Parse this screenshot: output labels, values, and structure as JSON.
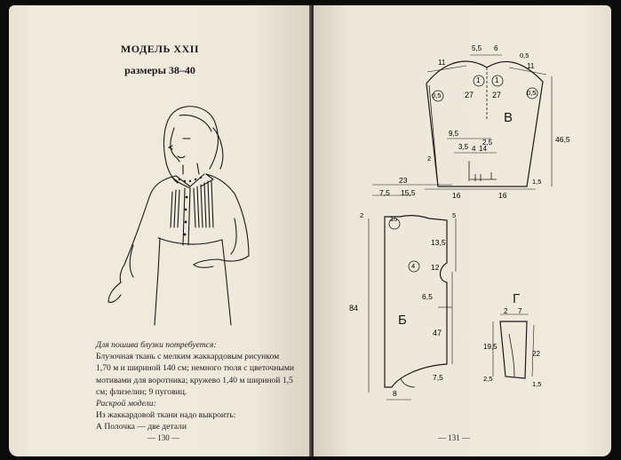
{
  "left_page": {
    "model_title": "МОДЕЛЬ XXII",
    "sizes": "размеры 38–40",
    "lines": [
      "Для пошива блузки потребуется:",
      "Блузочная ткань с мелким жаккардовым рисунком",
      "1,70 м и шириной 140 см; немного тюля с цветочными",
      "мотивами для воротника; кружево 1,40 м шириной 1,5",
      "см; флизелин; 9 пуговиц.",
      "Раскрой модели:",
      "Из жаккардовой ткани надо выкроить:",
      "А Полочка — две детали"
    ],
    "page_number": "— 130 —"
  },
  "right_page": {
    "page_number": "— 131 —",
    "pattern_letters": [
      "В",
      "Б",
      "Г"
    ],
    "sleeve_labels": [
      "11",
      "5,5",
      "6",
      "11",
      "1",
      "1",
      "0,5",
      "27",
      "27",
      "0,5",
      "9,5",
      "3,5",
      "4",
      "14",
      "2,5",
      "16",
      "16",
      "46,5",
      "2",
      "1,5",
      "0,5"
    ],
    "front_labels": [
      "23",
      "7,5",
      "15,5",
      "15",
      "2",
      "13,5",
      "4",
      "12",
      "6,5",
      "84",
      "47",
      "7,5",
      "8",
      "5"
    ],
    "cuff_labels": [
      "2",
      "7",
      "19,5",
      "22",
      "2,5",
      "1,5"
    ]
  }
}
